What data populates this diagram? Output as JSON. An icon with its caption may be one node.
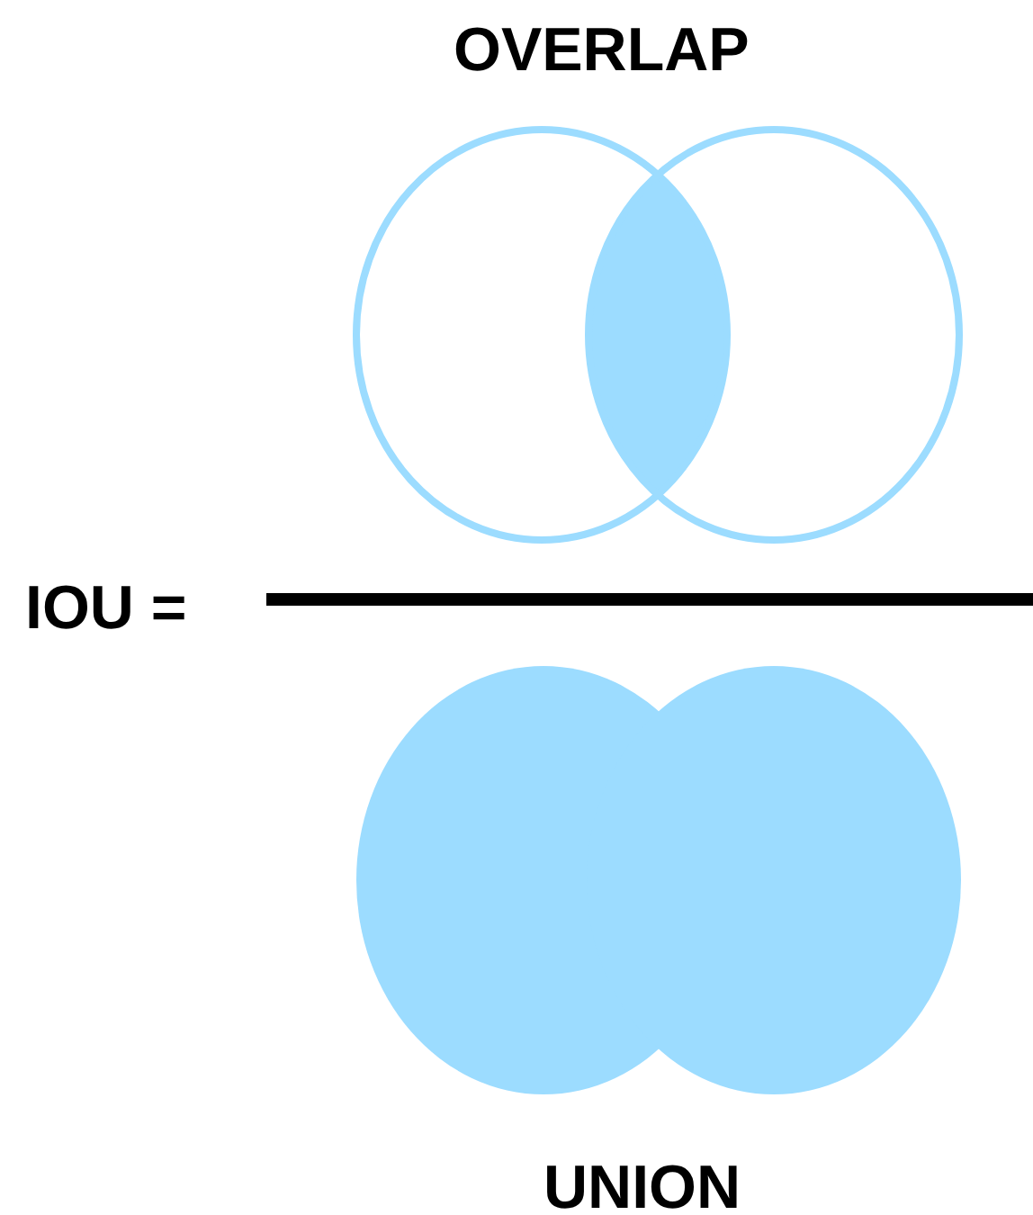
{
  "diagram": {
    "labels": [
      "OVERLAP",
      "IOU =",
      "UNION"
    ]
  }
}
